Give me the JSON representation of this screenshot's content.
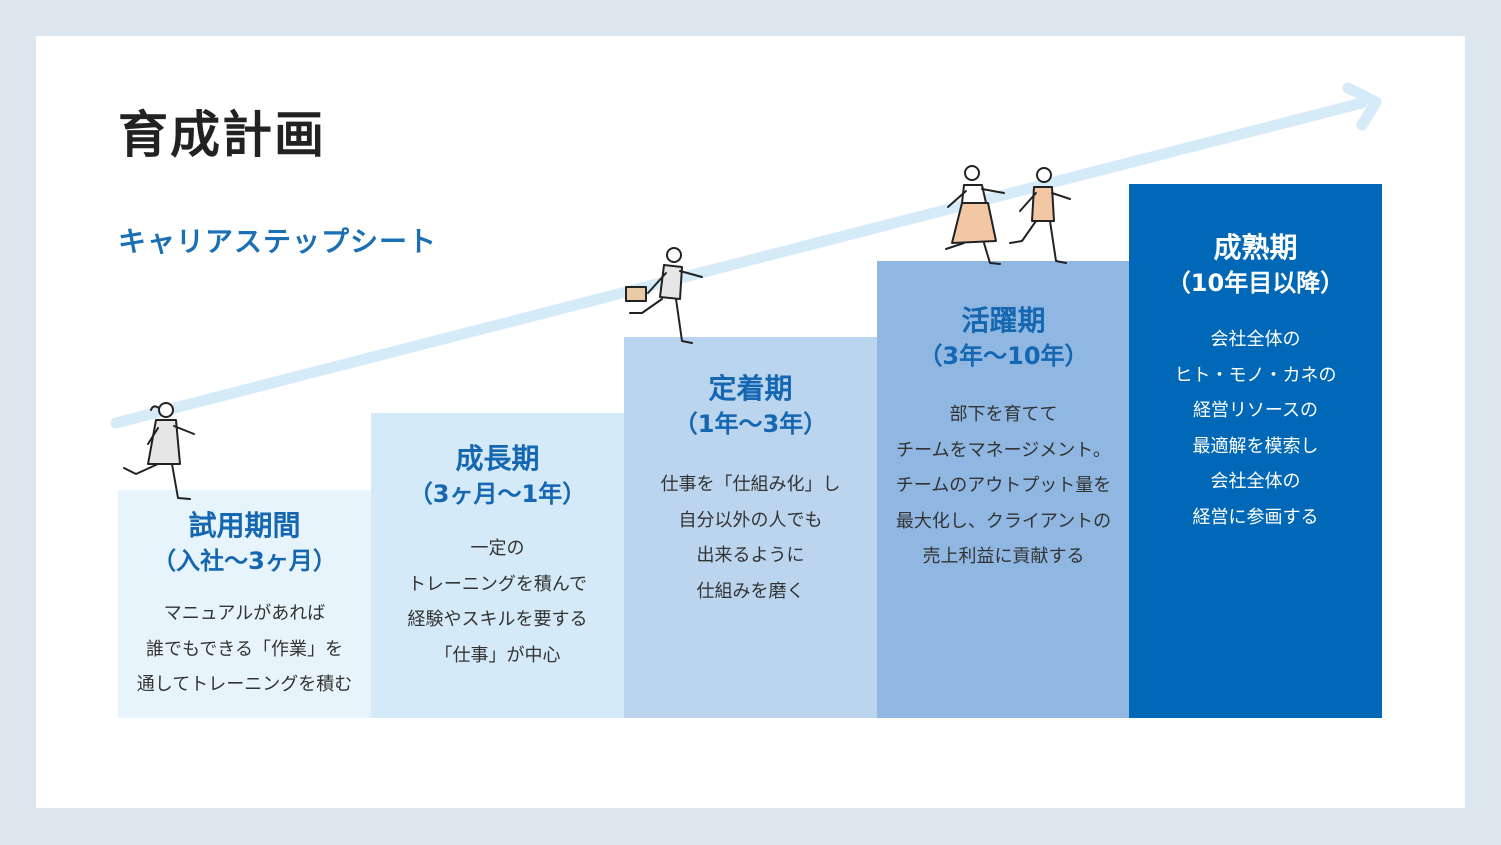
{
  "title": "育成計画",
  "subtitle": "キャリアステップシート",
  "colors": {
    "background": "#dce6ee",
    "title": "#222222",
    "accent": "#1a6fb5",
    "arrow": "#d6ebf8",
    "step_1": "#e8f4fc",
    "step_2": "#d5eaf8",
    "step_3": "#bcd5ef",
    "step_4": "#8fb7e2",
    "step_5": "#0068b7"
  },
  "steps": [
    {
      "name": "試用期間",
      "period": "（入社〜3ヶ月）",
      "description": "マニュアルがあれば\n誰でもできる「作業」を\n通してトレーニングを積む"
    },
    {
      "name": "成長期",
      "period": "（3ヶ月〜1年）",
      "description": "一定の\nトレーニングを積んで\n経験やスキルを要する\n「仕事」が中心"
    },
    {
      "name": "定着期",
      "period": "（1年〜3年）",
      "description": "仕事を「仕組み化」し\n自分以外の人でも\n出来るように\n仕組みを磨く"
    },
    {
      "name": "活躍期",
      "period": "（3年〜10年）",
      "description": "部下を育てて\nチームをマネージメント。\nチームのアウトプット量を\n最大化し、クライアントの\n売上利益に貢献する"
    },
    {
      "name": "成熟期",
      "period": "（10年目以降）",
      "description": "会社全体の\nヒト・モノ・カネの\n経営リソースの\n最適解を模索し\n会社全体の\n経営に参画する"
    }
  ],
  "icons": [
    "growth-arrow-icon",
    "running-woman-icon",
    "running-businessman-icon",
    "running-woman-icon",
    "running-man-icon"
  ]
}
